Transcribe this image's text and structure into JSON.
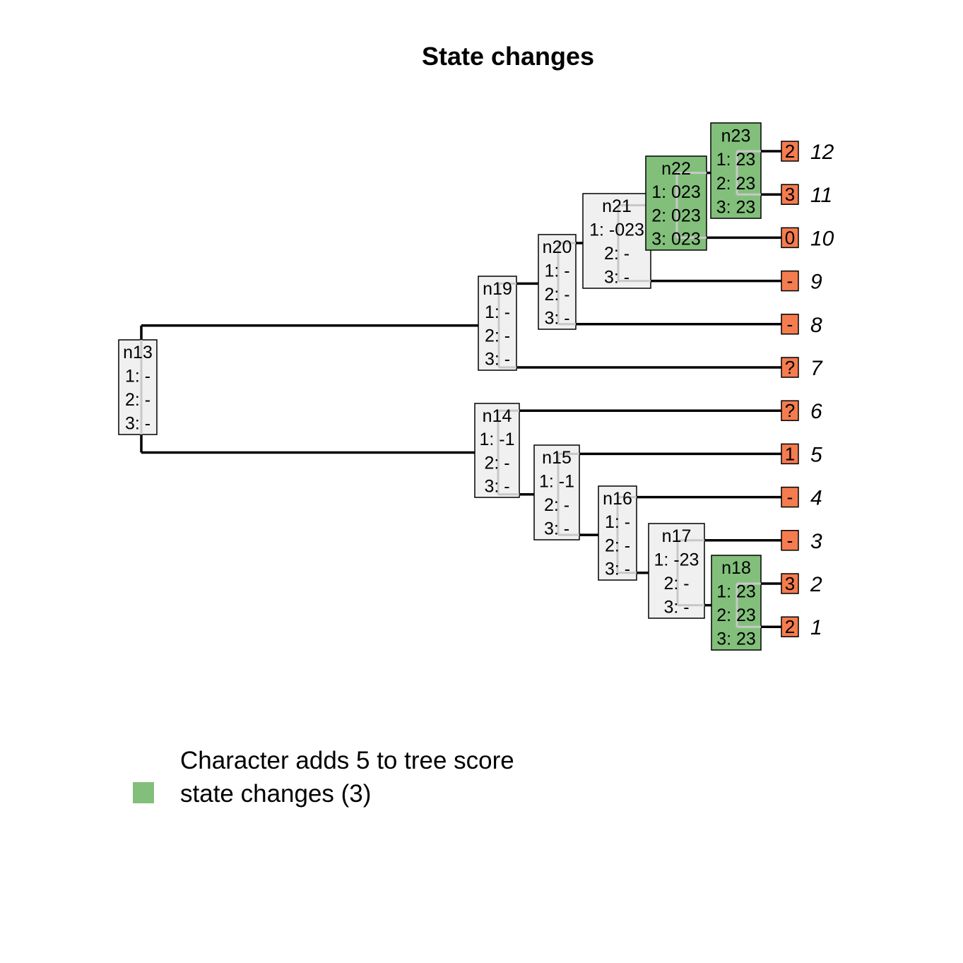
{
  "title": "State changes",
  "colors": {
    "changed": "#82bf7b",
    "unchanged": "#f0f0f0",
    "tip": "#f47c4e",
    "branch": "#000000",
    "inner_line": "#c8c8c8"
  },
  "legend": {
    "line1": "Character adds 5 to tree score",
    "line2": "state changes (3)",
    "swatch_color": "#82bf7b"
  },
  "tips": [
    {
      "id": "t12",
      "label": "12",
      "state": "2"
    },
    {
      "id": "t11",
      "label": "11",
      "state": "3"
    },
    {
      "id": "t10",
      "label": "10",
      "state": "0"
    },
    {
      "id": "t9",
      "label": "9",
      "state": "-"
    },
    {
      "id": "t8",
      "label": "8",
      "state": "-"
    },
    {
      "id": "t7",
      "label": "7",
      "state": "?"
    },
    {
      "id": "t6",
      "label": "6",
      "state": "?"
    },
    {
      "id": "t5",
      "label": "5",
      "state": "1"
    },
    {
      "id": "t4",
      "label": "4",
      "state": "-"
    },
    {
      "id": "t3",
      "label": "3",
      "state": "-"
    },
    {
      "id": "t2",
      "label": "2",
      "state": "3"
    },
    {
      "id": "t1",
      "label": "1",
      "state": "2"
    }
  ],
  "nodes": [
    {
      "id": "n13",
      "label": "n13",
      "states": [
        "1: -",
        "2: -",
        "3: -"
      ],
      "changed": false,
      "children": [
        "n19",
        "n14"
      ]
    },
    {
      "id": "n19",
      "label": "n19",
      "states": [
        "1: -",
        "2: -",
        "3: -"
      ],
      "changed": false,
      "children": [
        "n20",
        "t7"
      ]
    },
    {
      "id": "n20",
      "label": "n20",
      "states": [
        "1: -",
        "2: -",
        "3: -"
      ],
      "changed": false,
      "children": [
        "n21",
        "t8"
      ]
    },
    {
      "id": "n21",
      "label": "n21",
      "states": [
        "1: -023",
        "2: -",
        "3: -"
      ],
      "changed": false,
      "children": [
        "n22",
        "t9"
      ]
    },
    {
      "id": "n22",
      "label": "n22",
      "states": [
        "1: 023",
        "2: 023",
        "3: 023"
      ],
      "changed": true,
      "children": [
        "n23",
        "t10"
      ]
    },
    {
      "id": "n23",
      "label": "n23",
      "states": [
        "1: 23",
        "2: 23",
        "3: 23"
      ],
      "changed": true,
      "children": [
        "t12",
        "t11"
      ]
    },
    {
      "id": "n14",
      "label": "n14",
      "states": [
        "1: -1",
        "2: -",
        "3: -"
      ],
      "changed": false,
      "children": [
        "t6",
        "n15"
      ]
    },
    {
      "id": "n15",
      "label": "n15",
      "states": [
        "1: -1",
        "2: -",
        "3: -"
      ],
      "changed": false,
      "children": [
        "t5",
        "n16"
      ]
    },
    {
      "id": "n16",
      "label": "n16",
      "states": [
        "1: -",
        "2: -",
        "3: -"
      ],
      "changed": false,
      "children": [
        "t4",
        "n17"
      ]
    },
    {
      "id": "n17",
      "label": "n17",
      "states": [
        "1: -23",
        "2: -",
        "3: -"
      ],
      "changed": false,
      "children": [
        "t3",
        "n18"
      ]
    },
    {
      "id": "n18",
      "label": "n18",
      "states": [
        "1: 23",
        "2: 23",
        "3: 23"
      ],
      "changed": true,
      "children": [
        "t2",
        "t1"
      ]
    }
  ]
}
